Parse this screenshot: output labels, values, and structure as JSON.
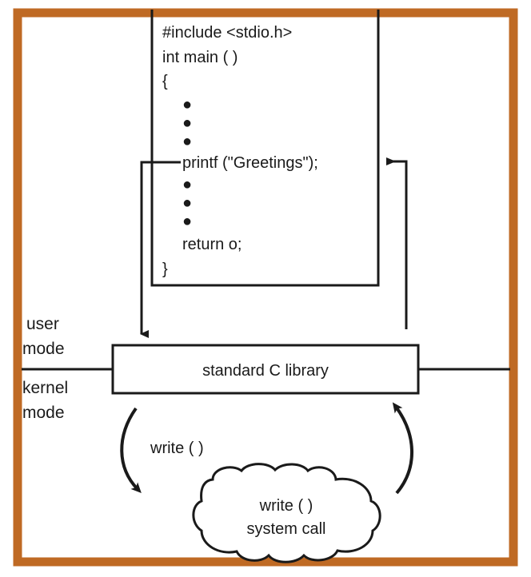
{
  "diagram": {
    "title": "standard C library system call flow",
    "frame": {
      "border_color": "#bf6a24",
      "background": "#ffffff"
    },
    "code_block": {
      "name": "user program source code",
      "lines": [
        {
          "id": "l1",
          "text": "#include <stdio.h>",
          "kind": "code"
        },
        {
          "id": "l2",
          "text": "int main ( )",
          "kind": "code"
        },
        {
          "id": "l3",
          "text": "{",
          "kind": "code"
        },
        {
          "id": "l4",
          "text": "●",
          "kind": "dot"
        },
        {
          "id": "l5",
          "text": "●",
          "kind": "dot"
        },
        {
          "id": "l6",
          "text": "●",
          "kind": "dot"
        },
        {
          "id": "l7",
          "text": "printf (\"Greetings\");",
          "kind": "code"
        },
        {
          "id": "l8",
          "text": "●",
          "kind": "dot"
        },
        {
          "id": "l9",
          "text": "●",
          "kind": "dot"
        },
        {
          "id": "l10",
          "text": "●",
          "kind": "dot"
        },
        {
          "id": "l11",
          "text": "return o;",
          "kind": "code"
        },
        {
          "id": "l12",
          "text": "}",
          "kind": "code"
        }
      ]
    },
    "mode_labels": {
      "user_line1": "user",
      "user_line2": "mode",
      "kernel_line1": "kernel",
      "kernel_line2": "mode"
    },
    "library_box": {
      "label": "standard C library"
    },
    "call_label": "write ( )",
    "cloud": {
      "line1": "write ( )",
      "line2": "system call"
    },
    "stroke_color": "#1a1a1a"
  }
}
